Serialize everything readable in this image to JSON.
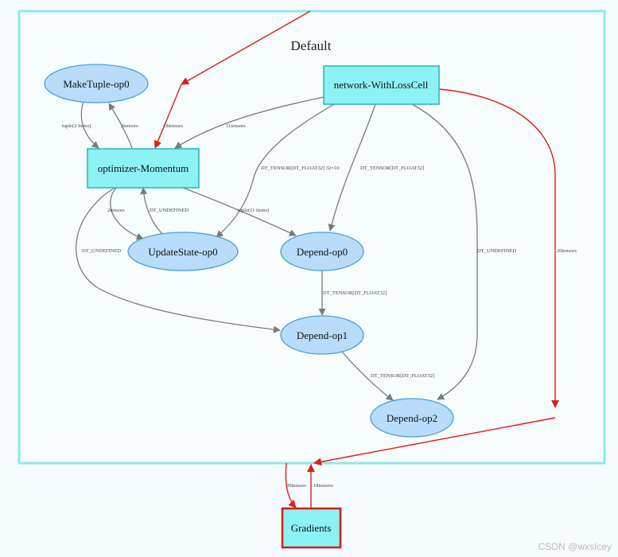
{
  "cluster": {
    "title": "Default"
  },
  "nodes": {
    "make_tuple": "MakeTuple-op0",
    "network": "network-WithLossCell",
    "optimizer": "optimizer-Momentum",
    "update_state": "UpdateState-op0",
    "depend0": "Depend-op0",
    "depend1": "Depend-op1",
    "depend2": "Depend-op2",
    "gradients": "Gradients"
  },
  "edge_labels": {
    "mt_to_opt": "tuple(2 items)",
    "opt_to_mt": "2tensors",
    "in_to_opt": "18tensors",
    "net_to_opt": "11tensors",
    "net_to_us": "DT_TENSOR[DT_FLOAT32] 32×10",
    "net_to_d0": "DT_TENSOR[DT_FLOAT32]",
    "net_to_d2": "DT_UNDEFINED",
    "net_to_out": "20tensors",
    "opt_to_us": "2tensors",
    "us_to_opt": "DT_UNDEFINED",
    "opt_to_d0": "tuple(11 items)",
    "opt_to_d1": "DT_UNDEFINED",
    "d0_to_d1": "DT_TENSOR[DT_FLOAT32]",
    "d1_to_d2": "DT_TENSOR[DT_FLOAT32]",
    "grad_in": "20tensors",
    "grad_out": "18tensors"
  },
  "colors": {
    "cluster_border": "#8fe8ec",
    "cluster_fill": "#f7fcfd",
    "rect_fill": "#8cf2f4",
    "rect_stroke": "#2ab4b0",
    "ellipse_fill": "#b8dcfa",
    "ellipse_stroke": "#4a9fd8",
    "edge_gray": "#7a7a7a",
    "edge_red": "#e51b1b",
    "gradients_stroke": "#d31b1b"
  },
  "watermark": "CSDN @wxsIcey"
}
